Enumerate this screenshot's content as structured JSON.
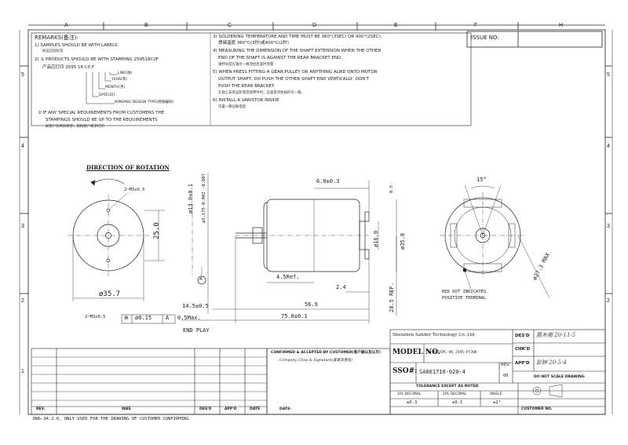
{
  "grid": {
    "cols": [
      "A",
      "B",
      "C",
      "D",
      "E",
      "F",
      "G",
      "H"
    ],
    "rows": [
      "5",
      "4",
      "3",
      "2",
      "1"
    ]
  },
  "remarks": {
    "title": "REMARKS(备注):",
    "items": [
      "1) SAMPLES SHOULD BE WITH LABELS",
      "样品应贴标签",
      "2) ① PRODUCTS SHOULD BE WITH STAMPING 259518C0F",
      "产品应打印 2595 18 C0 F",
      "LINE(线)",
      "YEAR(年)",
      "MONTH(月)",
      "DATE(日)",
      "WINDING DESIGN TYPE(绕线编码)",
      "② IF ANY SPECIAL REQUIREMENTS FROM CUSTOMERS THE",
      "STAMPINGS SHOULD BE UP TO THE REQUIREMENTS",
      "如客户有特别要求，则按客户要求打印"
    ],
    "right_items": [
      "3) SOLDERING TEMPERATURE AND TIME MUST BE 360°(3SEC) OR 400°(2SEC).",
      "焊锡温度 360°C(3秒)或400°C(2秒)",
      "4) MEASURING THE DIMENSION OF THE SHAFT EXTENSION WHEN THE OTHER",
      "END OF THE SHAFT IS AGAINST THE REAR BRACKET END.",
      "轴伸长度在轴另一端顶住后盖时测量",
      "5) WHEN PRESS FITTING A GEAR,PULLEY OR ANYTHING ALIKE ONTO MOTOR",
      "OUTPUT SHAFT, DO PUSH THE OTHER SHAFT END VERTICALLY, DON'T",
      "PUSH THE REAR BRACKET.",
      "在轴上安装齿轮或其他零件时，应垂直顶住轴的另一端。",
      "6) INSTALL A VARISTOR INSIDE",
      "内置一颗压敏电阻"
    ]
  },
  "issue": {
    "label": "ISSUE NO:"
  },
  "drawing": {
    "direction_title": "DIRECTION OF ROTATION",
    "front_view": {
      "holes_label": "2~M3x0.5",
      "dia_label": "ø35.7",
      "spacing_label": "25.0"
    },
    "side_view": {
      "dim_13": "ø13.0±0.1",
      "dim_shaft": "ø3.175-0.002 -0.007",
      "dim_6": "6.0±0.3",
      "dim_05": "0.5",
      "dim_16": "ø16.0",
      "dim_358": "ø35.8",
      "dim_45": "4.5Ref.",
      "dim_24": "2.4",
      "dim_285": "28.5 REF.",
      "dim_145": "14.5±0.5",
      "dim_569": "56.9",
      "dim_75": "75.0±0.1",
      "dim_05max": "0.5Max.",
      "end_play": "END PLAY",
      "callout": "2~M3x0.5",
      "tol_symbol": "⊕",
      "tol_value": "ø0.15",
      "tol_datum": "A",
      "datum_label": "A"
    },
    "rear_view": {
      "angle": "15°",
      "dia": "ø27.3 MAX",
      "red_dot": "RED DOT INDICATES",
      "positive": "POSITIVE TERMINAL"
    }
  },
  "title_block": {
    "company": "Shenzhen Sahder Technology Co.,Ltd",
    "model_label": "MODEL NO.",
    "model_value": "TB-R355PC-VK-2595-P73VK",
    "sso_label": "SSO#:",
    "sso_value": "SA001710-020-4",
    "desd_label": "DES'D",
    "desd_sign": "莫木南 20-11-5",
    "chkd_label": "CHK'D",
    "appd_label": "APP'D",
    "appd_sign": "彭钟 20-5-4",
    "rev_label": "REV",
    "rev_value": "00",
    "do_not_scale": "DO NOT SCALE DRAWING",
    "tolerance_title": "TOLERANCE EXCEPT AS NOTED",
    "tol_headers": [
      "1PL DECIMAL",
      "2PL DECIMAL",
      "ANGLE"
    ],
    "tol_values": [
      "±0.3",
      "±0.1",
      "±1°"
    ],
    "customer_no": "CUSTOMER NO.",
    "confirm_line1": "CONFIRMED & ACCEPTED BY CUSTOMER(客户确认及认可)",
    "confirm_line2": "Company, Chop & Signature(盖章及签名)",
    "date_label": "DATE:"
  },
  "rev_table": {
    "headers": [
      "REV.",
      "WAS",
      "DES'D",
      "APP'D",
      "DATE"
    ]
  },
  "footer": "DWG-3A-2.0.  ONLY USED FOR THE DRAWING OF CUSTOMER CONFIRMING"
}
